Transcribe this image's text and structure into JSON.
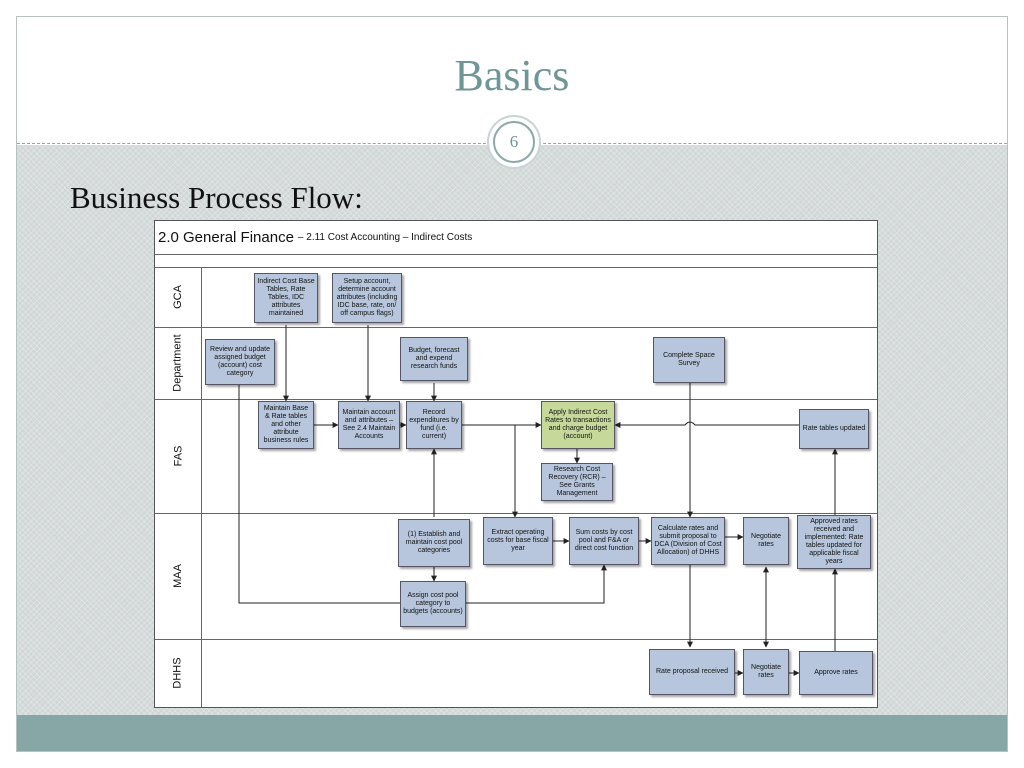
{
  "slide": {
    "title": "Basics",
    "page_number": "6",
    "subtitle": "Business Process Flow:"
  },
  "flowchart": {
    "header_main": "2.0 General Finance",
    "header_sub": "– 2.11 Cost Accounting – Indirect Costs",
    "lanes": [
      "GCA",
      "Department",
      "FAS",
      "MAA",
      "DHHS"
    ],
    "nodes": {
      "gca_indirect_cost_tables": "Indirect Cost Base Tables, Rate Tables, IDC attributes maintained",
      "gca_setup_account": "Setup account, determine account attributes (including IDC base, rate, on/ off campus flags)",
      "dept_review_budget": "Review and update assigned budget (account) cost category",
      "dept_budget_forecast": "Budget, forecast and expend research funds",
      "dept_complete_space_survey": "Complete Space Survey",
      "fas_maintain_base_rate": "Maintain Base & Rate tables and other attribute business rules",
      "fas_maintain_account": "Maintain account and attributes – See 2.4 Maintain Accounts",
      "fas_record_expenditures": "Record expenditures by fund (i.e. current)",
      "fas_apply_indirect_cost": "Apply Indirect Cost Rates to transactions and charge budget (account)",
      "fas_research_cost_recovery": "Research Cost Recovery (RCR) – See Grants Management",
      "fas_rate_tables_updated": "Rate tables updated",
      "maa_establish_cost_pool": "(1) Establish and maintain cost pool categories",
      "maa_extract_operating_costs": "Extract operating costs for base fiscal year",
      "maa_sum_costs": "Sum costs by cost pool and F&A or direct cost function",
      "maa_calculate_rates": "Calculate rates and submit proposal to DCA (Division of Cost Allocation) of DHHS",
      "maa_negotiate_rates": "Negotiate rates",
      "maa_approved_rates": "Approved rates received and implemented: Rate tables updated for applicable fiscal years",
      "maa_assign_cost_pool": "Assign cost pool category to budgets (accounts)",
      "dhhs_rate_proposal_received": "Rate proposal received",
      "dhhs_negotiate_rates": "Negotiate rates",
      "dhhs_approve_rates": "Approve rates"
    }
  },
  "colors": {
    "title_teal": "#6f9596",
    "footer_teal": "#87a6a6",
    "node_blue": "#b7c6dc",
    "node_green": "#c7d99a"
  }
}
